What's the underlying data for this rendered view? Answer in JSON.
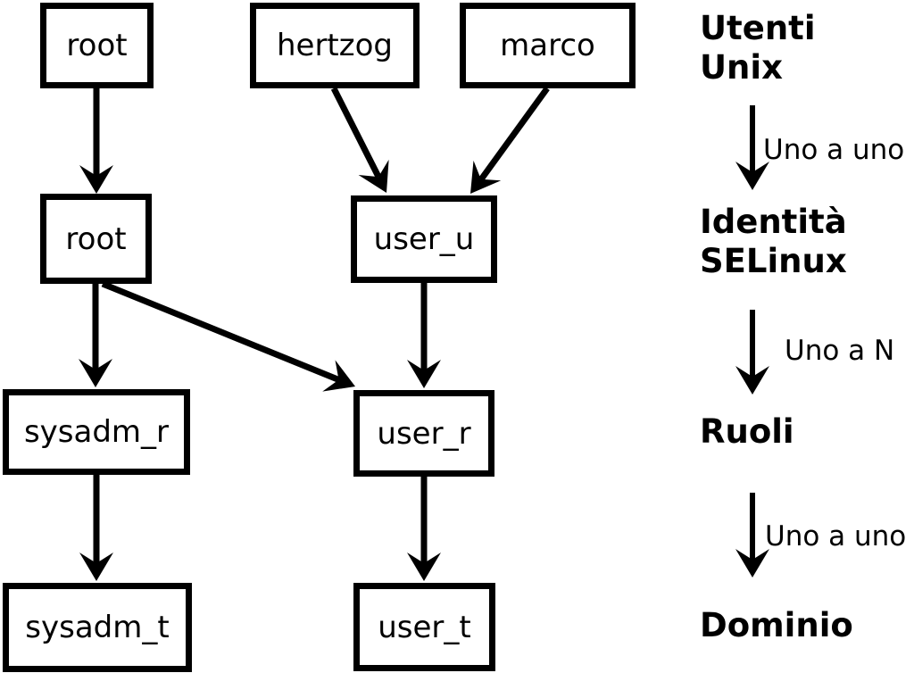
{
  "diagram": {
    "nodes": {
      "root_unix": "root",
      "hertzog": "hertzog",
      "marco": "marco",
      "root_selinux": "root",
      "user_u": "user_u",
      "sysadm_r": "sysadm_r",
      "user_r": "user_r",
      "sysadm_t": "sysadm_t",
      "user_t": "user_t"
    },
    "edges": [
      {
        "from": "root_unix",
        "to": "root_selinux"
      },
      {
        "from": "hertzog",
        "to": "user_u"
      },
      {
        "from": "marco",
        "to": "user_u"
      },
      {
        "from": "root_selinux",
        "to": "sysadm_r"
      },
      {
        "from": "root_selinux",
        "to": "user_r"
      },
      {
        "from": "user_u",
        "to": "user_r"
      },
      {
        "from": "sysadm_r",
        "to": "sysadm_t"
      },
      {
        "from": "user_r",
        "to": "user_t"
      }
    ]
  },
  "legend": {
    "level_users": "Utenti\nUnix",
    "relation_users_identity": "Uno a uno",
    "level_identity": "Identità\nSELinux",
    "relation_identity_roles": "Uno a N",
    "level_roles": "Ruoli",
    "relation_roles_domain": "Uno a uno",
    "level_domain": "Dominio"
  },
  "colors": {
    "foreground": "#000000",
    "background": "#ffffff"
  }
}
